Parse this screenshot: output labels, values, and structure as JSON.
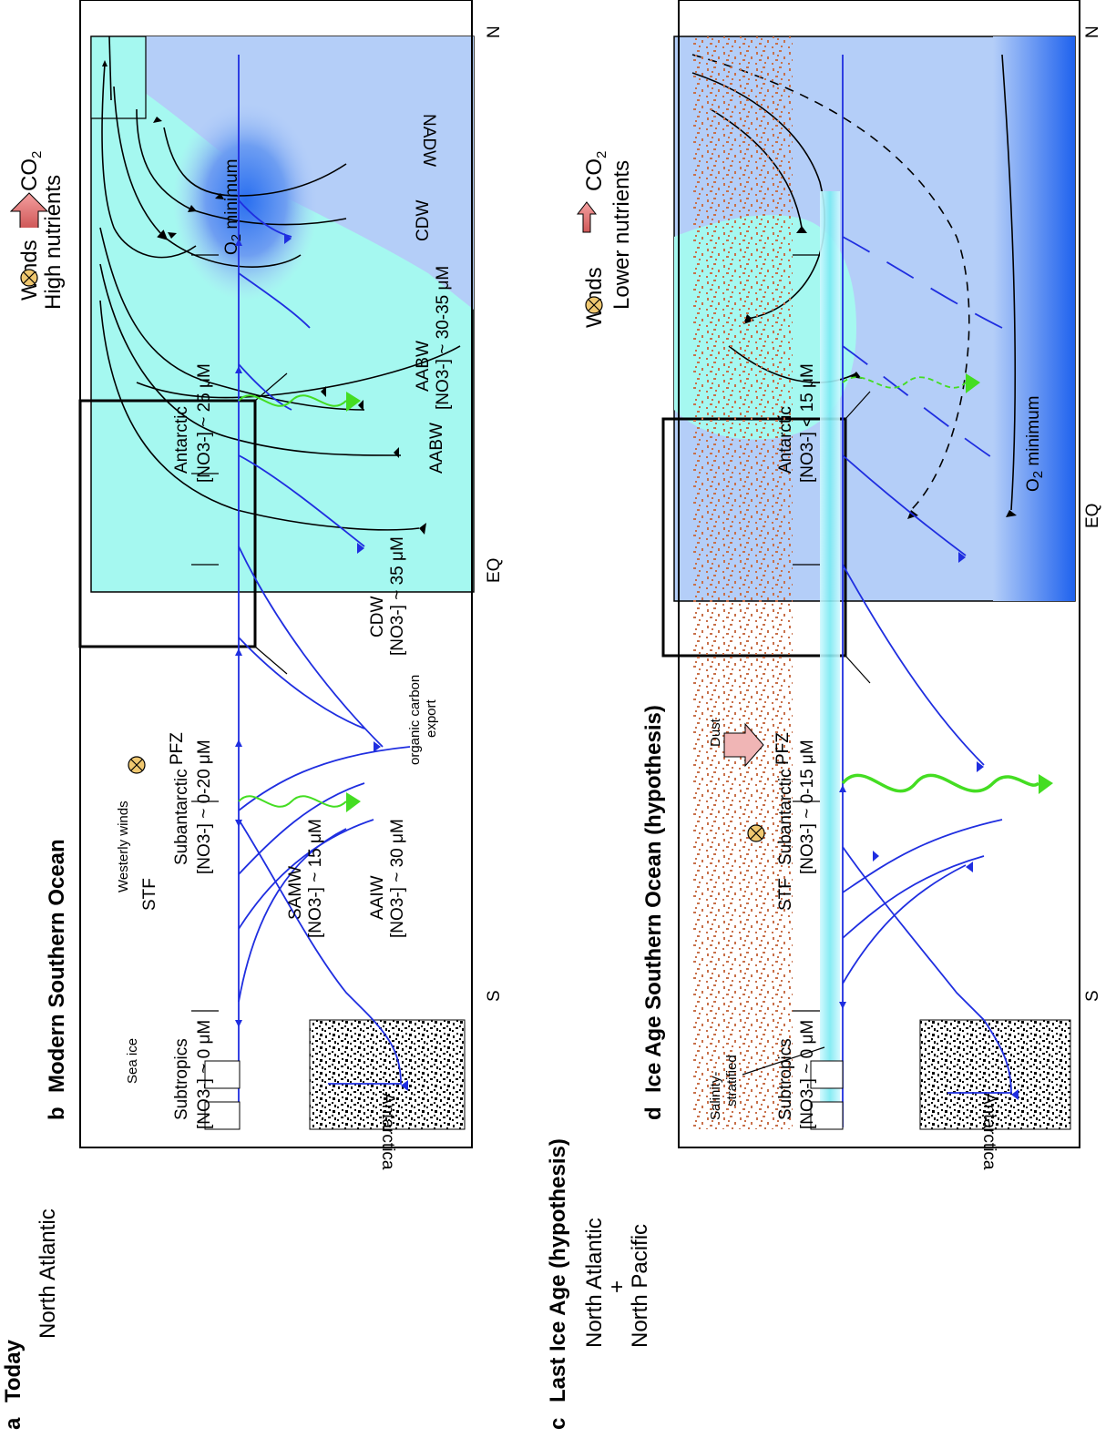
{
  "panel_a": {
    "letter": "a",
    "title": "Today",
    "region": "North Atlantic",
    "winds": "Winds",
    "co2": "CO",
    "co2_sub": "2",
    "nutrients": "High nutrients",
    "o2min": "O",
    "o2min_sub": "2",
    "o2min_rest": " minimum",
    "nadw": "NADW",
    "cdw": "CDW",
    "aabw": "AABW",
    "n": "N",
    "eq": "EQ",
    "s": "S"
  },
  "panel_b": {
    "letter": "b",
    "title": "Modern Southern Ocean",
    "subtropics": "Subtropics",
    "subtropics_no3": "[NO3-] ~ 0 μM",
    "stf": "STF",
    "westerly": "Westerly winds",
    "subantarctic": "Subantarctic",
    "subantarctic_no3": "[NO3-] ~ 0-20 μM",
    "pfz": "PFZ",
    "antarctic": "Antarctic",
    "antarctic_no3": "[NO3-] ~ 25 μM",
    "sea_ice": "Sea ice",
    "samw": "SAMW",
    "samw_no3": "[NO3-] ~ 15 μM",
    "aaiw": "AAIW",
    "aaiw_no3": "[NO3-] ~ 30 μM",
    "export1": "organic carbon",
    "export2": "export",
    "cdw": "CDW",
    "cdw_no3": "[NO3-] ~ 35 μM",
    "aabw": "AABW",
    "aabw_no3": "[NO3-] ~ 30-35 μM",
    "antarctica": "Antarctica"
  },
  "panel_c": {
    "letter": "c",
    "title": "Last Ice Age (hypothesis)",
    "region1": "North Atlantic",
    "plus": "+",
    "region2": "North Pacific",
    "winds": "Winds",
    "co2": "CO",
    "co2_sub": "2",
    "nutrients": "Lower nutrients",
    "o2min": "O",
    "o2min_sub": "2",
    "o2min_rest": " minimum",
    "n": "N",
    "eq": "EQ",
    "s": "S"
  },
  "panel_d": {
    "letter": "d",
    "title": "Ice Age Southern Ocean (hypothesis)",
    "subtropics": "Subtropics",
    "subtropics_no3": "[NO3-] ~ 0 μM",
    "stf": "STF",
    "subantarctic": "Subantarctic",
    "subantarctic_no3": "[NO3-] ~ 0-15 μM",
    "dust": "Dust",
    "pfz": "PFZ",
    "antarctic": "Antarctic",
    "antarctic_no3": "[NO3-] < 15 μM",
    "salinity1": "Salinity-",
    "salinity2": "stratified",
    "antarctica": "Antarctica"
  },
  "colors": {
    "cyan": "#a5f8f0",
    "lightblue": "#b4cef8",
    "deepblue": "#1f6ef0",
    "flowblue": "#1f2ee0",
    "export_green": "#44dd22",
    "co2_arrow": "#e07575",
    "dust": "#c8704a",
    "wind_symbol": "#f0c870"
  }
}
